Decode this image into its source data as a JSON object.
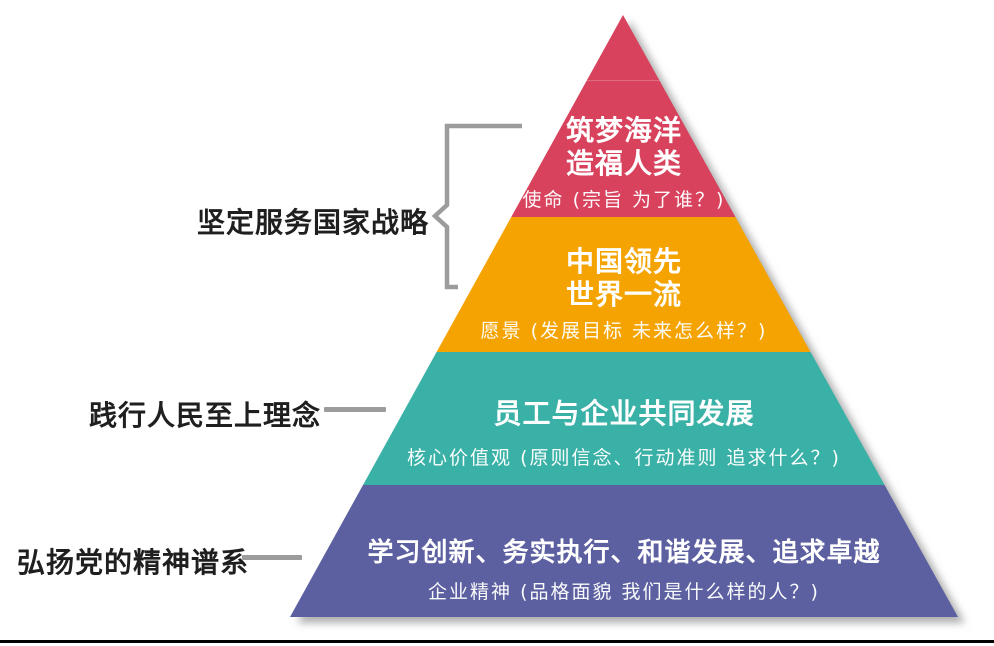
{
  "colors": {
    "background": "#ffffff",
    "pyramid_text": "#ffffff",
    "level_mission": "#d8425c",
    "level_vision": "#f5a300",
    "level_values": "#3ab1a6",
    "level_spirit": "#5c60a0",
    "connector_gray": "#9c9c9c",
    "annotation_text": "#1f1f1f",
    "bottom_rule": "#000000"
  },
  "pyramid": {
    "levels": [
      {
        "name": "mission",
        "color": "#d8425c",
        "title_lines": [
          "筑梦海洋",
          "造福人类"
        ],
        "subtitle": "使命 (宗旨  为了谁？)"
      },
      {
        "name": "vision",
        "color": "#f5a300",
        "title_lines": [
          "中国领先",
          "世界一流"
        ],
        "subtitle": "愿景 (发展目标  未来怎么样？)"
      },
      {
        "name": "values",
        "color": "#3ab1a6",
        "title_lines": [
          "员工与企业共同发展"
        ],
        "subtitle": "核心价值观 (原则信念、行动准则  追求什么？)"
      },
      {
        "name": "spirit",
        "color": "#5c60a0",
        "title_lines": [
          "学习创新、务实执行、和谐发展、追求卓越"
        ],
        "subtitle": "企业精神 (品格面貌  我们是什么样的人？)"
      }
    ]
  },
  "annotations": [
    {
      "label": "坚定服务国家战略",
      "connector": "brace"
    },
    {
      "label": "践行人民至上理念",
      "connector": "dash"
    },
    {
      "label": "弘扬党的精神谱系",
      "connector": "dash"
    }
  ]
}
